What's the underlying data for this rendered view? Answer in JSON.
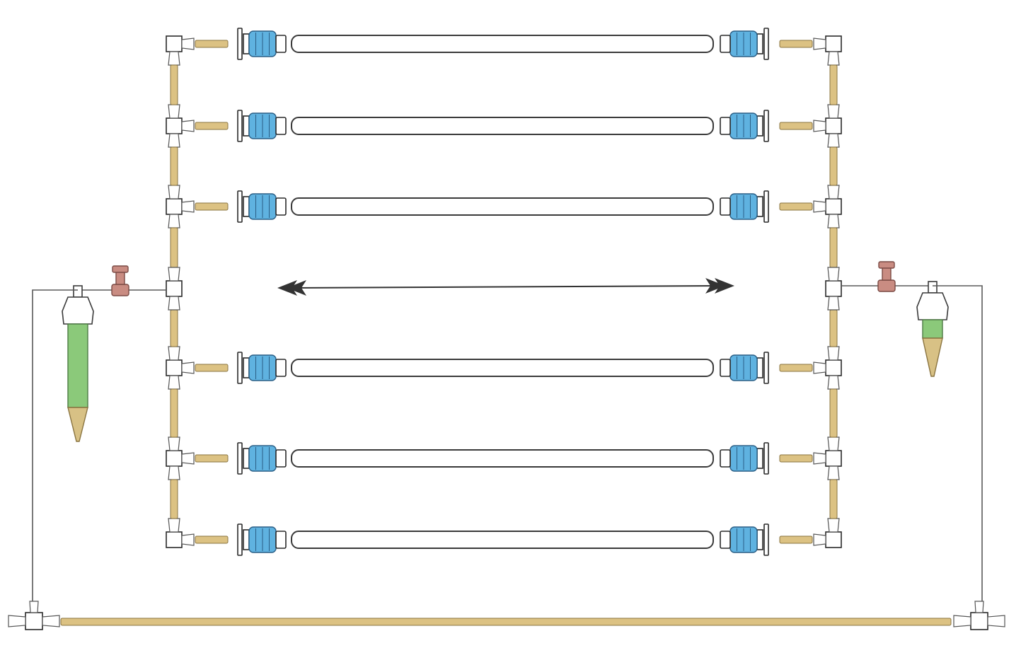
{
  "diagram": {
    "pipe_rows": [
      {
        "id": "row-1"
      },
      {
        "id": "row-2"
      },
      {
        "id": "row-3"
      },
      {
        "id": "row-4"
      },
      {
        "id": "row-5"
      },
      {
        "id": "row-6"
      }
    ],
    "colors": {
      "connector_cap": "#5fb2e0",
      "silicone_tube": "#dcc283",
      "valve": "#c98c82",
      "filter_reservoir": "#8bc97a"
    },
    "arrow": "double-headed"
  }
}
